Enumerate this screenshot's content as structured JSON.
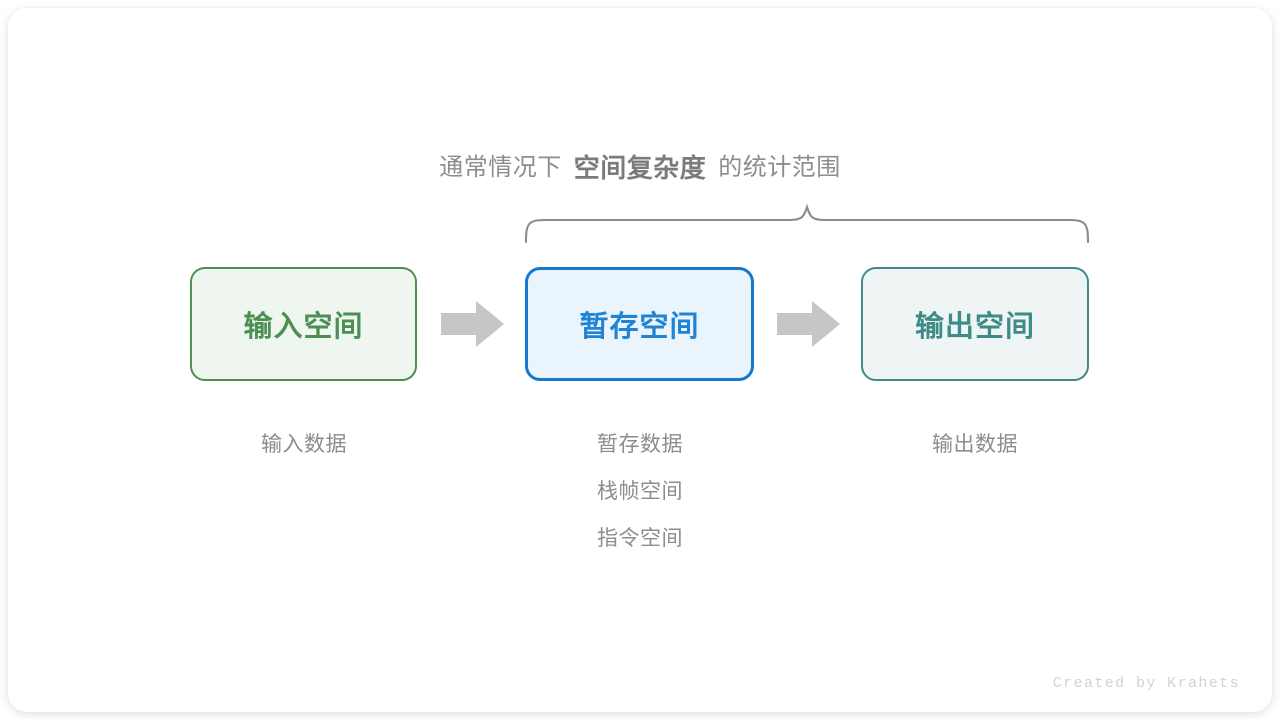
{
  "diagram": {
    "title_caption": {
      "prefix": "通常情况下",
      "emphasis": "空间复杂度",
      "suffix": "的统计范围"
    },
    "boxes": [
      {
        "id": "input",
        "label": "输入空间",
        "border_color": "#4f8f4f",
        "fill_color": "#eff6ef",
        "text_color": "#4c8f52"
      },
      {
        "id": "temp",
        "label": "暂存空间",
        "border_color": "#1678ce",
        "fill_color": "#eaf4fd",
        "text_color": "#2183d4"
      },
      {
        "id": "output",
        "label": "输出空间",
        "border_color": "#3e8b87",
        "fill_color": "#eff5f4",
        "text_color": "#3e8b87"
      }
    ],
    "arrows": [
      {
        "id": "arrow-1",
        "color": "#c6c6c6"
      },
      {
        "id": "arrow-2",
        "color": "#c6c6c6"
      }
    ],
    "brace": {
      "color": "#8d8d8d",
      "spans": [
        "temp",
        "output"
      ]
    },
    "columns": [
      {
        "id": "input",
        "items": [
          "输入数据"
        ]
      },
      {
        "id": "temp",
        "items": [
          "暂存数据",
          "栈帧空间",
          "指令空间"
        ]
      },
      {
        "id": "output",
        "items": [
          "输出数据"
        ]
      }
    ],
    "credit": "Created by Krahets",
    "caption_color": "#8d8d8d"
  }
}
